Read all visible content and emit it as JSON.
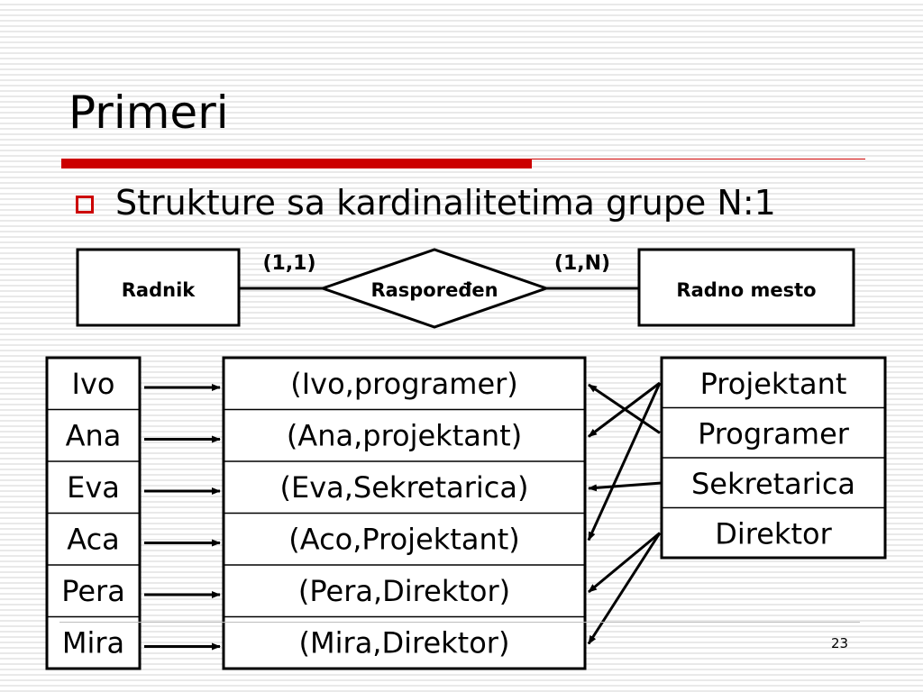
{
  "slide": {
    "title": "Primeri",
    "bullet": "Strukture sa kardinalitetima grupe N:1",
    "page_number": "23",
    "accent_color": "#cc0000"
  },
  "er": {
    "entity_left": "Radnik",
    "relationship": "Raspoređen",
    "entity_right": "Radno mesto",
    "card_left": "(1,1)",
    "card_right": "(1,N)"
  },
  "workers": [
    "Ivo",
    "Ana",
    "Eva",
    "Aca",
    "Pera",
    "Mira"
  ],
  "pairs": [
    "(Ivo,programer)",
    "(Ana,projektant)",
    "(Eva,Sekretarica)",
    "(Aco,Projektant)",
    "(Pera,Direktor)",
    "(Mira,Direktor)"
  ],
  "positions": [
    "Projektant",
    "Programer",
    "Sekretarica",
    "Direktor"
  ],
  "pair_to_position": [
    1,
    0,
    2,
    0,
    3,
    3
  ]
}
